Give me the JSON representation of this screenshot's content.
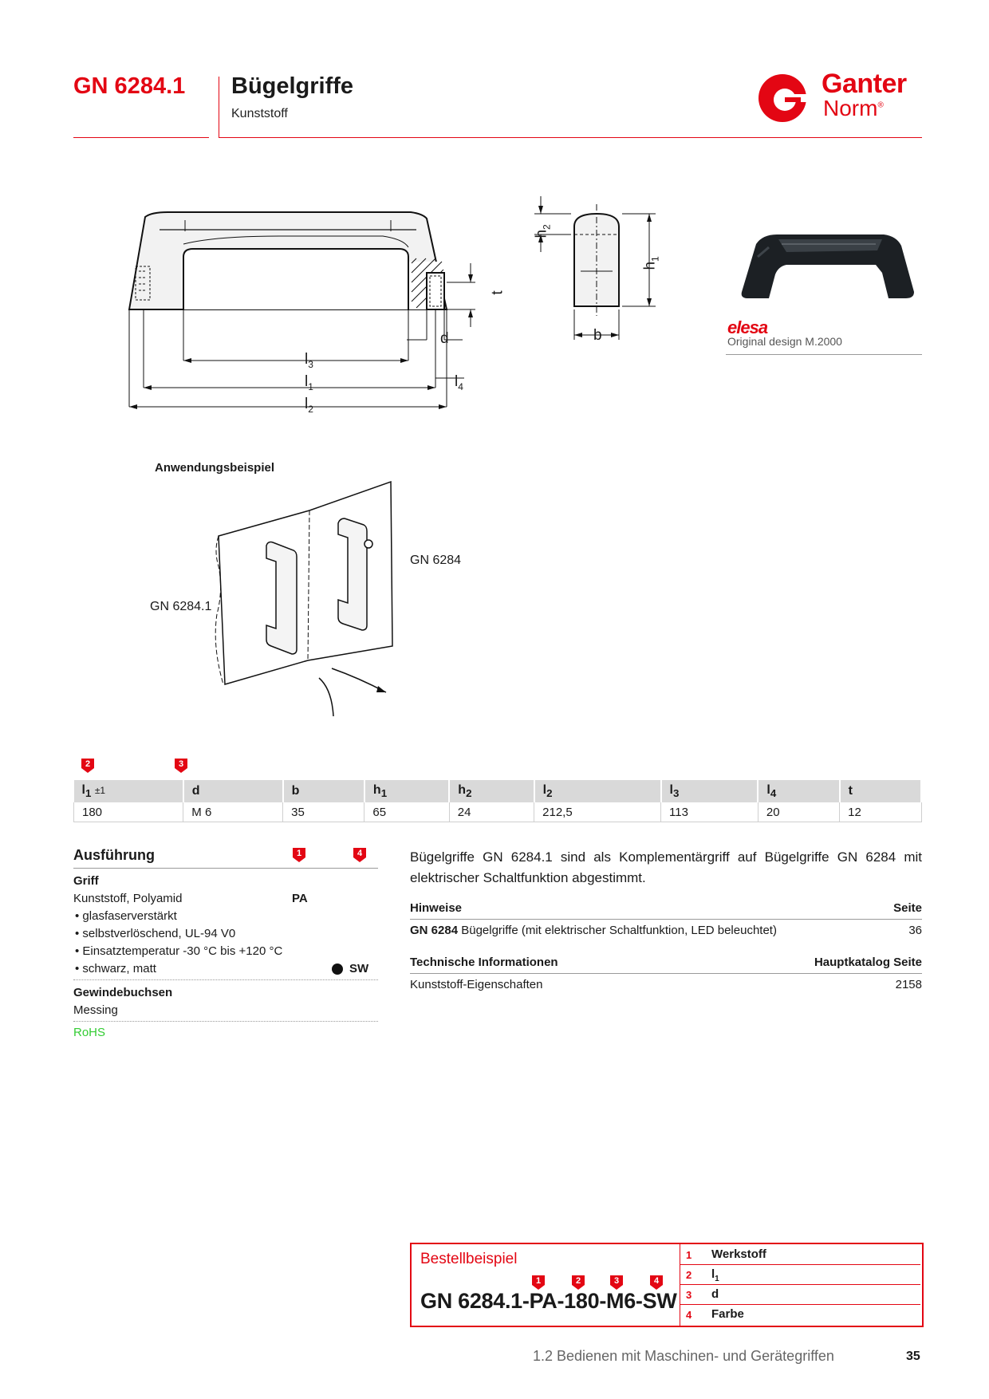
{
  "header": {
    "code": "GN 6284.1",
    "title": "Bügelgriffe",
    "subtitle": "Kunststoff",
    "brand_line1": "Ganter",
    "brand_line2": "Norm",
    "brand_reg": "®",
    "colors": {
      "accent": "#e30613",
      "rohs": "#33cc33",
      "table_head": "#d9d9d9"
    }
  },
  "drawing": {
    "labels": {
      "h2": "h",
      "h2_sub": "2",
      "h1": "h",
      "h1_sub": "1",
      "t": "t",
      "d": "d",
      "b": "b",
      "l3": "l",
      "l3_sub": "3",
      "l1": "l",
      "l1_sub": "1",
      "l4": "l",
      "l4_sub": "4",
      "l2": "l",
      "l2_sub": "2"
    }
  },
  "product": {
    "elesa": "elesa",
    "original": "Original design M.2000"
  },
  "application": {
    "heading": "Anwendungsbeispiel",
    "label_right": "GN 6284",
    "label_left": "GN 6284.1"
  },
  "table": {
    "badges": [
      "2",
      "3"
    ],
    "headers": [
      {
        "main": "l",
        "sub": "1",
        "tol": "±1"
      },
      {
        "main": "d",
        "sub": ""
      },
      {
        "main": "b",
        "sub": ""
      },
      {
        "main": "h",
        "sub": "1"
      },
      {
        "main": "h",
        "sub": "2"
      },
      {
        "main": "l",
        "sub": "2"
      },
      {
        "main": "l",
        "sub": "3"
      },
      {
        "main": "l",
        "sub": "4"
      },
      {
        "main": "t",
        "sub": ""
      }
    ],
    "rows": [
      [
        "180",
        "M 6",
        "35",
        "65",
        "24",
        "212,5",
        "113",
        "20",
        "12"
      ]
    ]
  },
  "ausfuehrung": {
    "heading": "Ausführung",
    "badges": [
      "1",
      "4"
    ],
    "griff_heading": "Griff",
    "material": "Kunststoff, Polyamid",
    "material_code": "PA",
    "bullets": [
      "glasfaserverstärkt",
      "selbstverlöschend, UL-94 V0",
      "Einsatztemperatur -30 °C bis +120 °C",
      "schwarz, matt"
    ],
    "color_code": "SW",
    "buchsen_heading": "Gewindebuchsen",
    "buchsen_material": "Messing",
    "rohs": "RoHS"
  },
  "info": {
    "intro": "Bügelgriffe GN 6284.1 sind als Komplementärgriff auf Bügelgriffe GN 6284 mit elektrischer Schaltfunktion abgestimmt.",
    "hinweise_heading": "Hinweise",
    "seite_heading": "Seite",
    "hinweise_code": "GN 6284",
    "hinweise_text": "Bügelgriffe (mit elektrischer Schaltfunktion, LED beleuchtet)",
    "hinweise_page": "36",
    "tech_heading": "Technische Informationen",
    "haupt_heading": "Hauptkatalog Seite",
    "tech_text": "Kunststoff-Eigenschaften",
    "tech_page": "2158"
  },
  "order": {
    "heading": "Bestellbeispiel",
    "code_prefix": "GN",
    "code": "6284.1-PA-180-M6-SW",
    "badges": [
      "1",
      "2",
      "3",
      "4"
    ],
    "legend": [
      {
        "num": "1",
        "label": "Werkstoff",
        "sub": ""
      },
      {
        "num": "2",
        "label": "l",
        "sub": "1"
      },
      {
        "num": "3",
        "label": "d",
        "sub": ""
      },
      {
        "num": "4",
        "label": "Farbe",
        "sub": ""
      }
    ]
  },
  "footer": {
    "section": "1.2 Bedienen mit Maschinen- und Gerätegriffen",
    "page": "35"
  }
}
